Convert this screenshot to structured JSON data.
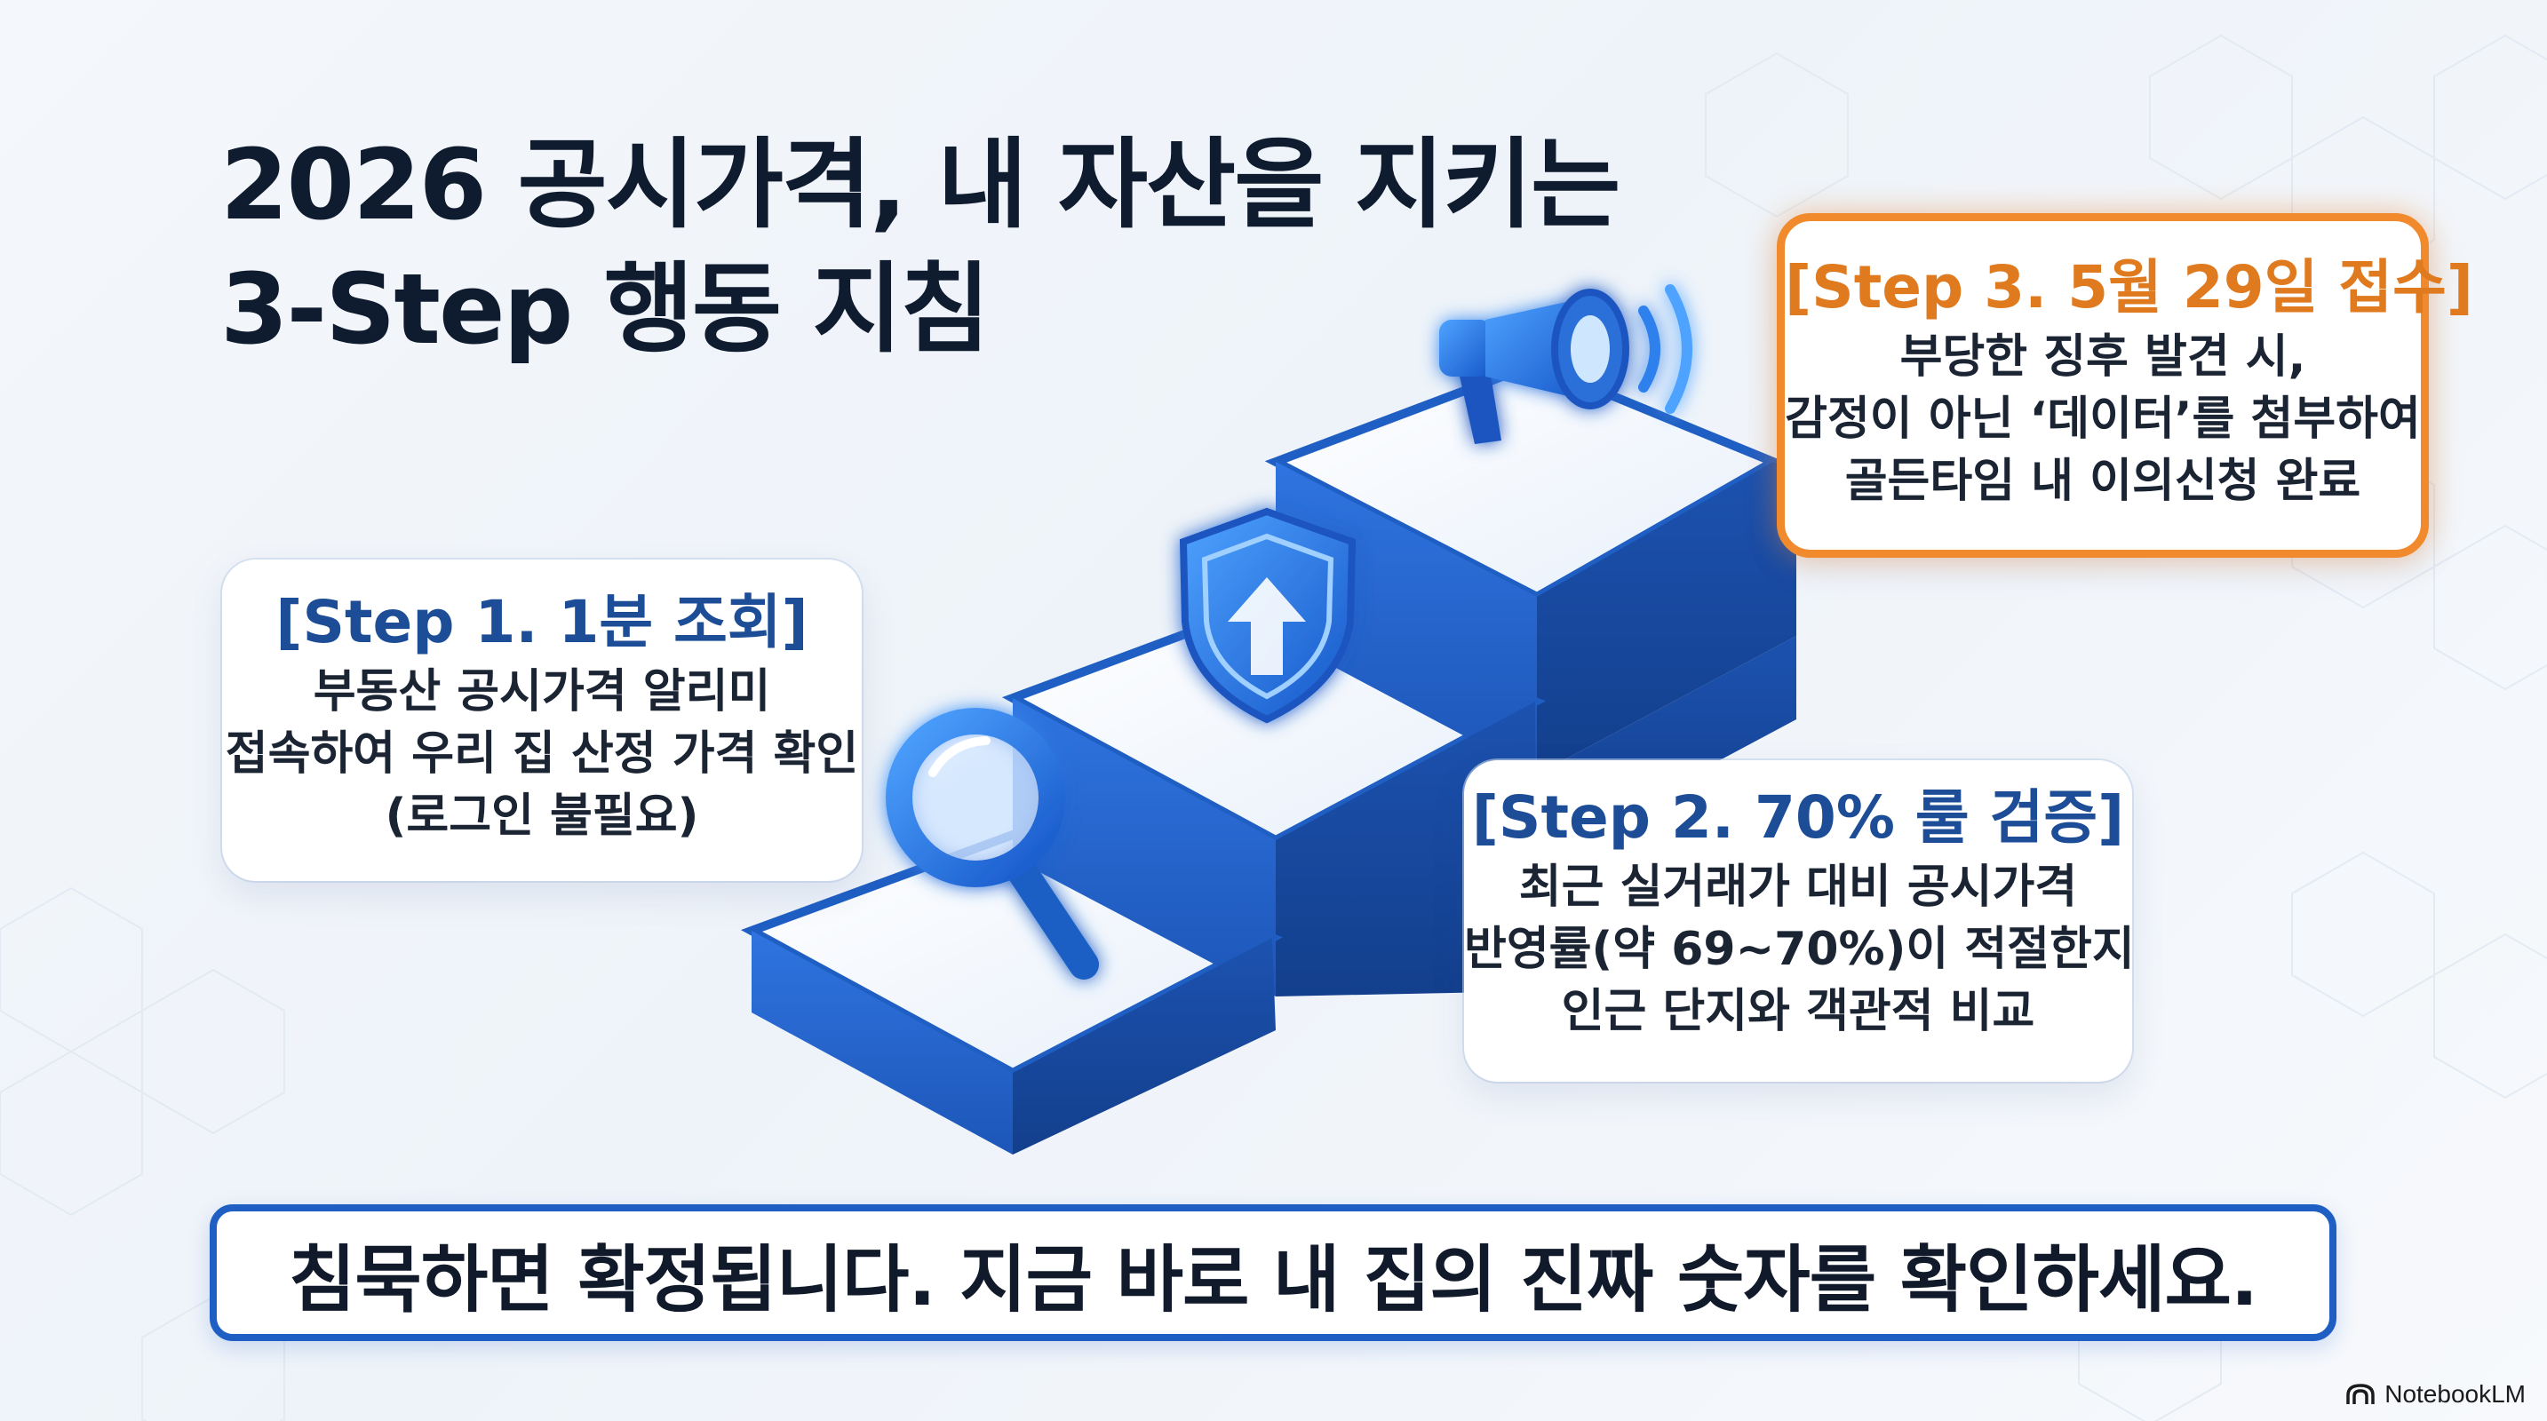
{
  "title": {
    "line1": "2026 공시가격, 내 자산을 지키는",
    "line2": "3-Step 행동 지침"
  },
  "steps": [
    {
      "heading": "[Step 1. 1분 조회]",
      "lines": [
        "부동산 공시가격 알리미",
        "접속하여 우리 집 산정 가격 확인",
        "(로그인 불필요)"
      ],
      "icon": "magnifier-icon"
    },
    {
      "heading": "[Step 2. 70% 룰 검증]",
      "lines": [
        "최근 실거래가 대비 공시가격",
        "반영률(약 69~70%)이 적절한지",
        "인근 단지와 객관적 비교"
      ],
      "icon": "shield-up-arrow-icon"
    },
    {
      "heading": "[Step 3. 5월 29일 접수]",
      "lines": [
        "부당한 징후 발견 시,",
        "감정이 아닌 ‘데이터’를 첨부하여",
        "골든타임 내 이의신청 완료"
      ],
      "icon": "megaphone-icon"
    }
  ],
  "banner": "침묵하면 확정됩니다. 지금 바로 내 집의 진짜 숫자를 확인하세요.",
  "brand": "NotebookLM",
  "colors": {
    "stair_blue": "#1f5fc4",
    "heading_blue": "#1c4d96",
    "accent_orange": "#f08a2c"
  }
}
